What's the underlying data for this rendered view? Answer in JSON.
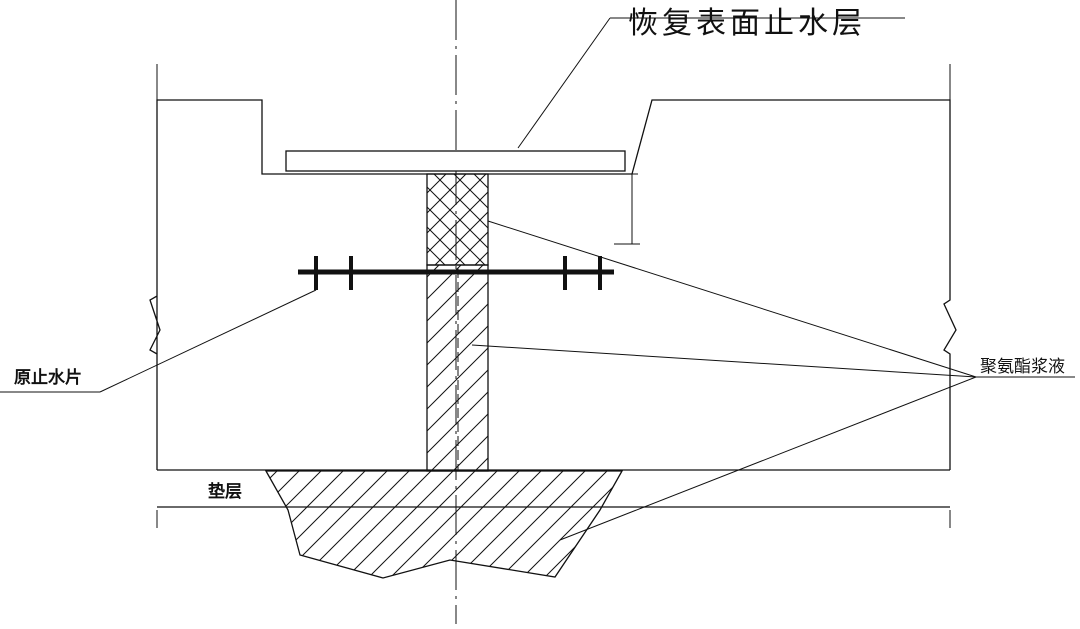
{
  "labels": {
    "surface_layer": "恢复表面止水层",
    "original_waterstop": "原止水片",
    "polyurethane_grout": "聚氨酯浆液",
    "cushion_layer": "垫层"
  },
  "colors": {
    "line": "#111111",
    "background": "#ffffff"
  }
}
